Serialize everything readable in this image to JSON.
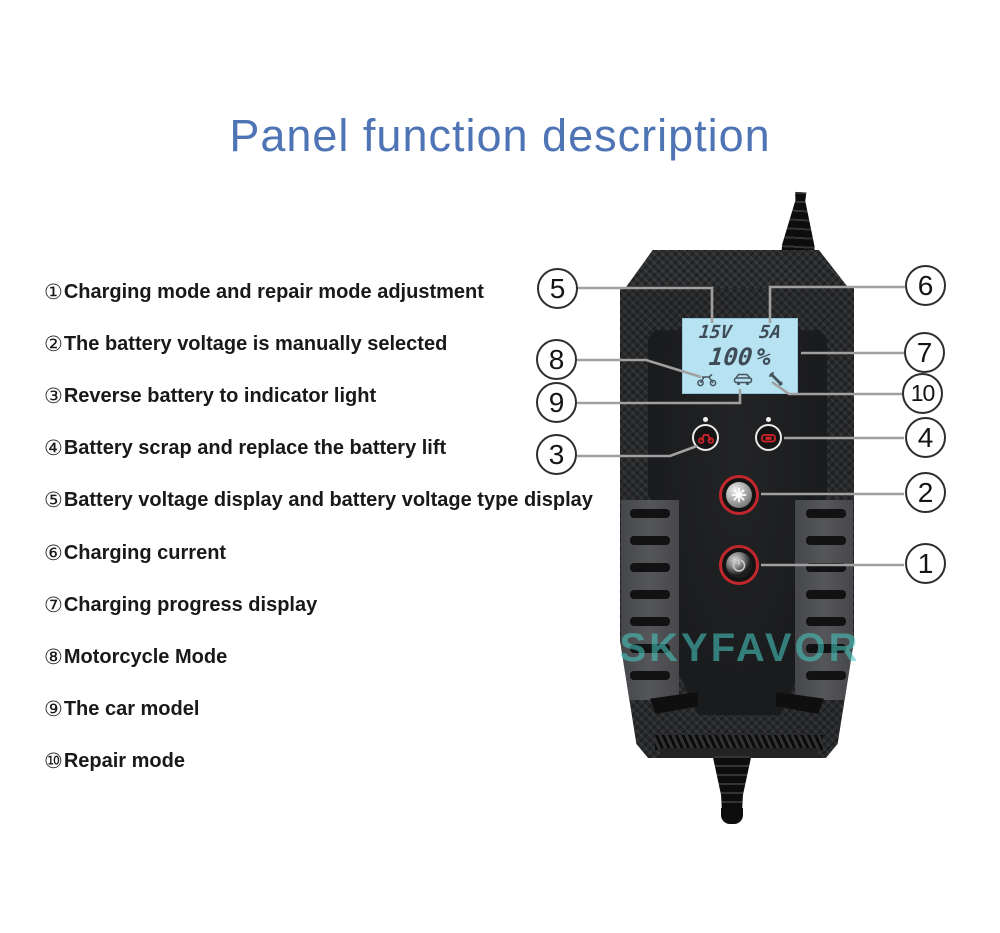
{
  "title": "Panel function description",
  "features": [
    {
      "num": "①",
      "label": "Charging mode and repair mode adjustment"
    },
    {
      "num": "②",
      "label": "The battery voltage is manually selected"
    },
    {
      "num": "③",
      "label": "Reverse battery to indicator light"
    },
    {
      "num": "④",
      "label": "Battery scrap and replace the battery lift"
    },
    {
      "num": "⑤",
      "label": "Battery voltage display and battery voltage type display"
    },
    {
      "num": "⑥",
      "label": "Charging current"
    },
    {
      "num": "⑦",
      "label": "Charging progress display"
    },
    {
      "num": "⑧",
      "label": "Motorcycle Mode"
    },
    {
      "num": "⑨",
      "label": "The car model"
    },
    {
      "num": "⑩",
      "label": "Repair mode"
    }
  ],
  "device": {
    "display": {
      "voltage": "15V",
      "current": "5A",
      "progress": "100",
      "percent_sign": "%"
    },
    "lcd_icons": [
      "motorcycle-icon",
      "car-icon",
      "wrench-icon"
    ],
    "indicator_icons": [
      "motorcycle-indicator",
      "car-indicator"
    ]
  },
  "callouts": {
    "c1": "1",
    "c2": "2",
    "c3": "3",
    "c4": "4",
    "c5": "5",
    "c6": "6",
    "c7": "7",
    "c8": "8",
    "c9": "9",
    "c10": "10"
  },
  "watermark": "SKYFAVOR",
  "colors": {
    "title_blue": "#4e74b5",
    "lcd_bg": "#b7e2f2",
    "lcd_text": "#3d4c56",
    "accent_red": "#c1272d",
    "watermark_teal": "#46c7c0",
    "leader_gray": "#a0a0a0"
  }
}
